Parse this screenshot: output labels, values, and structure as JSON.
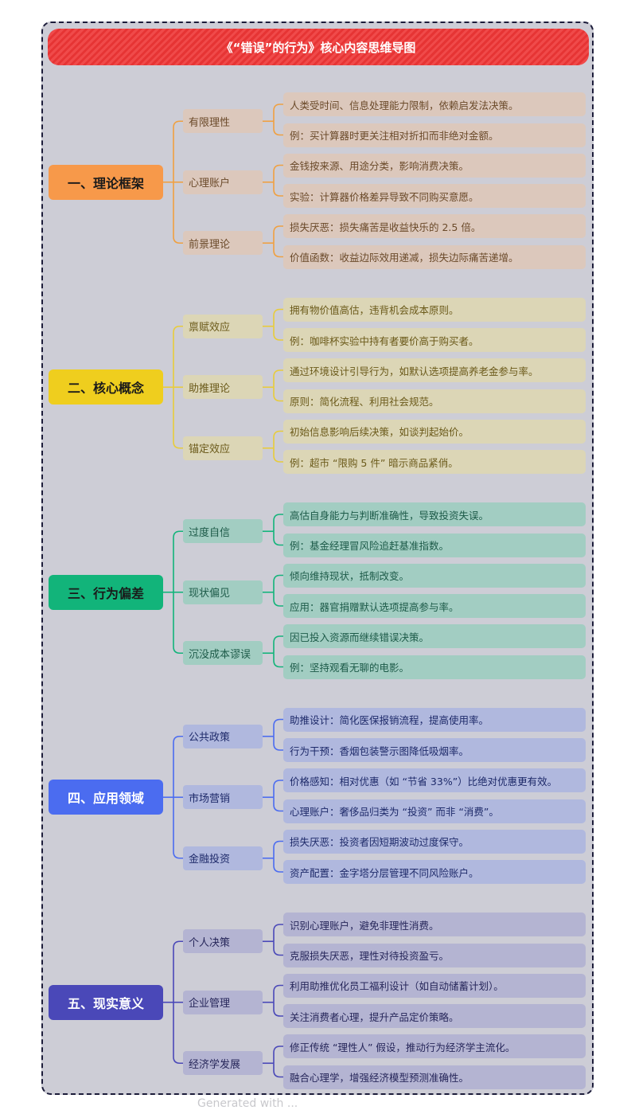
{
  "title": "《“错误”的行为》核心内容思维导图",
  "footer": "Generated with ...",
  "sections": [
    {
      "label": "一、理论框架",
      "root_bg": "#f7994a",
      "root_fg": "#1a1a1a",
      "node_bg": "#dcc8bc",
      "node_fg": "#6b4a2a",
      "line": "#f0a040",
      "children": [
        {
          "label": "有限理性",
          "leaves": [
            "人类受时间、信息处理能力限制，依赖启发法决策。",
            "例：买计算器时更关注相对折扣而非绝对金额。"
          ]
        },
        {
          "label": "心理账户",
          "leaves": [
            "金钱按来源、用途分类，影响消费决策。",
            "实验：计算器价格差异导致不同购买意愿。"
          ]
        },
        {
          "label": "前景理论",
          "leaves": [
            "损失厌恶：损失痛苦是收益快乐的 2.5 倍。",
            "价值函数：收益边际效用递减，损失边际痛苦递增。"
          ]
        }
      ]
    },
    {
      "label": "二、核心概念",
      "root_bg": "#efce1e",
      "root_fg": "#1a1a1a",
      "node_bg": "#dcd6b6",
      "node_fg": "#6b5a1a",
      "line": "#e8cc3a",
      "children": [
        {
          "label": "禀赋效应",
          "leaves": [
            "拥有物价值高估，违背机会成本原则。",
            "例：咖啡杯实验中持有者要价高于购买者。"
          ]
        },
        {
          "label": "助推理论",
          "leaves": [
            "通过环境设计引导行为，如默认选项提高养老金参与率。",
            "原则：简化流程、利用社会规范。"
          ]
        },
        {
          "label": "锚定效应",
          "leaves": [
            "初始信息影响后续决策，如谈判起始价。",
            "例：超市 “限购 5 件” 暗示商品紧俏。"
          ]
        }
      ]
    },
    {
      "label": "三、行为偏差",
      "root_bg": "#12b47a",
      "root_fg": "#1a1a1a",
      "node_bg": "#a2cdc2",
      "node_fg": "#1c5a48",
      "line": "#12b47a",
      "children": [
        {
          "label": "过度自信",
          "leaves": [
            "高估自身能力与判断准确性，导致投资失误。",
            "例：基金经理冒风险追赶基准指数。"
          ]
        },
        {
          "label": "现状偏见",
          "leaves": [
            "倾向维持现状，抵制改变。",
            "应用：器官捐赠默认选项提高参与率。"
          ]
        },
        {
          "label": "沉没成本谬误",
          "leaves": [
            "因已投入资源而继续错误决策。",
            "例：坚持观看无聊的电影。"
          ]
        }
      ]
    },
    {
      "label": "四、应用领域",
      "root_bg": "#4b6cf0",
      "root_fg": "#ffffff",
      "node_bg": "#b0b8de",
      "node_fg": "#1e2a6a",
      "line": "#4b6cf0",
      "children": [
        {
          "label": "公共政策",
          "leaves": [
            "助推设计：简化医保报销流程，提高使用率。",
            "行为干预：香烟包装警示图降低吸烟率。"
          ]
        },
        {
          "label": "市场营销",
          "leaves": [
            "价格感知：相对优惠（如 “节省 33%”）比绝对优惠更有效。",
            "心理账户：奢侈品归类为 “投资” 而非 “消费”。"
          ]
        },
        {
          "label": "金融投资",
          "leaves": [
            "损失厌恶：投资者因短期波动过度保守。",
            "资产配置：金字塔分层管理不同风险账户。"
          ]
        }
      ]
    },
    {
      "label": "五、现实意义",
      "root_bg": "#4a48b8",
      "root_fg": "#ffffff",
      "node_bg": "#b4b4d2",
      "node_fg": "#26265a",
      "line": "#4a48b8",
      "children": [
        {
          "label": "个人决策",
          "leaves": [
            "识别心理账户，避免非理性消费。",
            "克服损失厌恶，理性对待投资盈亏。"
          ]
        },
        {
          "label": "企业管理",
          "leaves": [
            "利用助推优化员工福利设计（如自动储蓄计划）。",
            "关注消费者心理，提升产品定价策略。"
          ]
        },
        {
          "label": "经济学发展",
          "leaves": [
            "修正传统 “理性人” 假设，推动行为经济学主流化。",
            "融合心理学，增强经济模型预测准确性。"
          ]
        }
      ]
    }
  ]
}
